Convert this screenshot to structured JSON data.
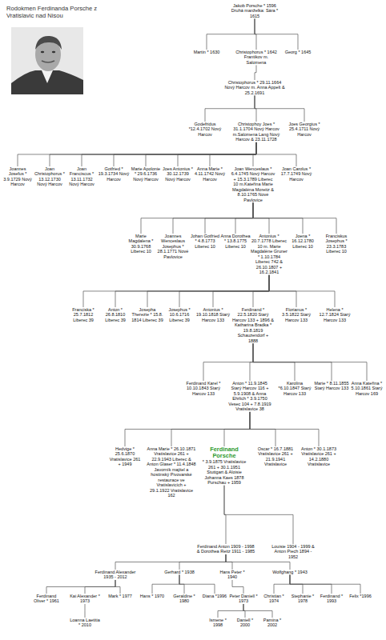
{
  "diagram": {
    "title": "Rodokmen Ferdinanda Porsche z Vratislavic nad Nisou",
    "nodes": [
      {
        "text": [
          "Jakob Porsche * 1596 Druhá manželka: Sára * 1615"
        ]
      },
      {
        "text": [
          "Martin * 1630"
        ]
      },
      {
        "text": [
          "Christophorus * 1642 Frantikov m. Salomena"
        ]
      },
      {
        "text": [
          "Georg * 1645"
        ]
      },
      {
        "text": [
          "Christophorus * 29.11.1664 Nový Harcov m. Anna Appelt & 25.2.1691"
        ]
      },
      {
        "text": [
          "Godefridus *12.4.1702 Nový Harcov"
        ]
      },
      {
        "text": [
          "Christophoy Joes * 31.1.1704 Nový Harcov m.Salomena Lang Nový Harcov & 23.11.1728"
        ]
      },
      {
        "text": [
          "Joes Georgius * 25.4.1711 Nový Harcov"
        ]
      },
      {
        "text": [
          "Joannes Josefus * 3.9.1729 Nový Harcov"
        ]
      },
      {
        "text": [
          "Joan Christophorus * 13.12.1730 Nový Harcov"
        ]
      },
      {
        "text": [
          "Joan Franciscus * 13.11.1732 Nový Harcov"
        ]
      },
      {
        "text": [
          "Gotfried * 19.3.1734 Nový Harcov"
        ]
      },
      {
        "text": [
          "Marie Apolonie * 29.6.1736 Nový Harcov"
        ]
      },
      {
        "text": [
          "Joes Antonius * 30.12.1739 Nový Harcov"
        ]
      },
      {
        "text": [
          "Anna Marie * 4.11.1742 Nový Harcov"
        ]
      },
      {
        "text": [
          "Joan Wenceslaus * 6.4.1745 Nový Harcov + 15.3.1789 Liberec 10 m.Kateřina Marie Magdaléna Moreitz & 8.10.1765 Nové Pavlovice"
        ]
      },
      {
        "text": [
          "Joan Carolus * 17.7.1749 Nový Harcov"
        ]
      },
      {
        "text": [
          "Marie Magdalena * 30.9.1768 Liberec 10"
        ]
      },
      {
        "text": [
          "Joannes Wenceslaus Josephus * 28.1.1771 Nové Pavlovice"
        ]
      },
      {
        "text": [
          "Johan Gotfried * 4.8.1773 Liberec 10"
        ]
      },
      {
        "text": [
          "Anna Dorothea * 13.8.1775 Liberec 10"
        ]
      },
      {
        "text": [
          "Antonius * 20.7.1778 Liberec 10 m. Marie Magdaléne Gruner * 1.10.1784 Liberec 742 & 26.10.1807 + 16.2.1841"
        ]
      },
      {
        "text": [
          "Joena * 16.12.1780 Liberec 10"
        ]
      },
      {
        "text": [
          "Franciskus Josephus * 23.3.1783 Liberec 10"
        ]
      },
      {
        "text": [
          "Franciska * 25.7.1812 Liberec 39"
        ]
      },
      {
        "text": [
          "Anton * 26.8.1810 Liberec 39"
        ]
      },
      {
        "text": [
          "Josepha Therezie * 15.8. 1814 Liberec 39"
        ]
      },
      {
        "text": [
          "Josephus * 10.6.1716 Liberec 39"
        ]
      },
      {
        "text": [
          "Antonius * 19.10.1818 Starý Harcov 133"
        ]
      },
      {
        "text": [
          "Ferdinand * 22.5.1820 Starý Harcov 133 + 1896 & Katharina Bradka * 19.8.1819 Schauzendorf + 1888"
        ]
      },
      {
        "text": [
          "Florianus * 3.5.1822 Starý Harcov 133"
        ]
      },
      {
        "text": [
          "Helena * 12.7.1824 Starý Harcov 133"
        ]
      },
      {
        "text": [
          "Ferdinand Karel * 10.10.1843 Starý Harcov 133"
        ]
      },
      {
        "text": [
          "Anton * 11.9.1845 Starý Harcov 116 + 5.9.1908 & Anna Ehrlich * 3.9.1750 Vesec 104 + 7.8.1919 Vratislavice 38"
        ]
      },
      {
        "text": [
          "Karolina *6.10.1847 Starý Harcov 133"
        ]
      },
      {
        "text": [
          "Marie * 8.11.1855 Starý Harcov 133"
        ]
      },
      {
        "text": [
          "Anna Kateřina * 5.10.1861 Starý Harcov 169"
        ]
      },
      {
        "text": [
          "Hedvige * 25.6.1870 Vratislavice 261 + 1949"
        ]
      },
      {
        "text": [
          "Anna Marie * 26.10.1871 Vratislavice 261 + 22.9.1943 Liberec & Anton Glaser * 11.4.1848 Javorník majitel a hostinský Pivovarské restaurace ve Vratislavicích + 29.1.1922 Vratislavice 162"
        ]
      },
      {
        "text": [
          "Ferdinand Porsche",
          "* 3.9.1875 Vratislavice 261 + 30.1.1951 Stuttgart & Aloisie Johanna Kaes 1878 Purschau + 1959"
        ]
      },
      {
        "text": [
          "Oscar * 16.7.1881 Vratislavice 261 + 21.9.1941 Vratislavice"
        ]
      },
      {
        "text": [
          "Anton * 30.1.1873 Vratislavice 261 + 14.2.1880 Vratislavice"
        ]
      },
      {
        "text": [
          "Ferdinand Anton 1909 - 1998 & Dorothea Reitz 1911 - 1985"
        ]
      },
      {
        "text": [
          "Louisie 1904 - 1999 & Anton Piech 1894 - 1952"
        ]
      },
      {
        "text": [
          "Ferdinand Alexander 1935 - 2012"
        ]
      },
      {
        "text": [
          "Gerhard * 1938"
        ]
      },
      {
        "text": [
          "Hans Peter * 1940"
        ]
      },
      {
        "text": [
          "Wolfghang * 1943"
        ]
      },
      {
        "text": [
          "Ferdinand Oliver * 1961"
        ]
      },
      {
        "text": [
          "Kai Alexander * 1973"
        ]
      },
      {
        "text": [
          "Mark * 1977"
        ]
      },
      {
        "text": [
          "Hans * 1970"
        ]
      },
      {
        "text": [
          "Geraldine * 1980"
        ]
      },
      {
        "text": [
          "Diana *1996"
        ]
      },
      {
        "text": [
          "Peter Daniell * 1973"
        ]
      },
      {
        "text": [
          "Christian * 1974"
        ]
      },
      {
        "text": [
          "Stephanie * 1978"
        ]
      },
      {
        "text": [
          "Ferdinand * 1993"
        ]
      },
      {
        "text": [
          "Felix *1996"
        ]
      },
      {
        "text": [
          "Loanna Laetitia * 2010"
        ]
      },
      {
        "text": [
          "Ismene * 1998"
        ]
      },
      {
        "text": [
          "Daniell * 2000"
        ]
      },
      {
        "text": [
          "Pamina * 2002"
        ]
      }
    ],
    "edges": [
      {
        "from": 0,
        "to": 1,
        "arrow": "none"
      },
      {
        "from": 0,
        "to": 2,
        "arrow": "none"
      },
      {
        "from": 0,
        "to": 3,
        "arrow": "none"
      },
      {
        "from": 2,
        "to": 4,
        "arrow": "none"
      },
      {
        "from": 4,
        "to": 5,
        "arrow": "none"
      },
      {
        "from": 4,
        "to": 6,
        "arrow": "none"
      },
      {
        "from": 4,
        "to": 7,
        "arrow": "none"
      },
      {
        "from": 6,
        "to": 8,
        "arrow": "none"
      },
      {
        "from": 6,
        "to": 9,
        "arrow": "none"
      },
      {
        "from": 6,
        "to": 10,
        "arrow": "none"
      },
      {
        "from": 6,
        "to": 11,
        "arrow": "none"
      },
      {
        "from": 6,
        "to": 12,
        "arrow": "none"
      },
      {
        "from": 6,
        "to": 13,
        "arrow": "none"
      },
      {
        "from": 6,
        "to": 14,
        "arrow": "none"
      },
      {
        "from": 6,
        "to": 15,
        "arrow": "none"
      },
      {
        "from": 6,
        "to": 16,
        "arrow": "none"
      },
      {
        "from": 15,
        "to": 17,
        "arrow": "none"
      },
      {
        "from": 15,
        "to": 18,
        "arrow": "none"
      },
      {
        "from": 15,
        "to": 19,
        "arrow": "none"
      },
      {
        "from": 15,
        "to": 20,
        "arrow": "none"
      },
      {
        "from": 15,
        "to": 21,
        "arrow": "none"
      },
      {
        "from": 15,
        "to": 22,
        "arrow": "none"
      },
      {
        "from": 15,
        "to": 23,
        "arrow": "none"
      },
      {
        "from": 21,
        "to": 24,
        "arrow": "none"
      },
      {
        "from": 21,
        "to": 25,
        "arrow": "none"
      },
      {
        "from": 21,
        "to": 26,
        "arrow": "none"
      },
      {
        "from": 21,
        "to": 27,
        "arrow": "none"
      },
      {
        "from": 21,
        "to": 28,
        "arrow": "none"
      },
      {
        "from": 21,
        "to": 29,
        "arrow": "none"
      },
      {
        "from": 21,
        "to": 30,
        "arrow": "none"
      },
      {
        "from": 21,
        "to": 31,
        "arrow": "none"
      },
      {
        "from": 29,
        "to": 32,
        "arrow": "none"
      },
      {
        "from": 29,
        "to": 33,
        "arrow": "none"
      },
      {
        "from": 29,
        "to": 34,
        "arrow": "none"
      },
      {
        "from": 29,
        "to": 35,
        "arrow": "none"
      },
      {
        "from": 29,
        "to": 36,
        "arrow": "none"
      },
      {
        "from": 33,
        "to": 37,
        "arrow": "none"
      },
      {
        "from": 33,
        "to": 38,
        "arrow": "none"
      },
      {
        "from": 33,
        "to": 39,
        "arrow": "none"
      },
      {
        "from": 33,
        "to": 40,
        "arrow": "none"
      },
      {
        "from": 33,
        "to": 41,
        "arrow": "none"
      },
      {
        "from": 39,
        "to": 42,
        "arrow": "none"
      },
      {
        "from": 39,
        "to": 43,
        "arrow": "none"
      },
      {
        "from": 42,
        "to": 44,
        "arrow": "none"
      },
      {
        "from": 42,
        "to": 45,
        "arrow": "none"
      },
      {
        "from": 42,
        "to": 46,
        "arrow": "none"
      },
      {
        "from": 42,
        "to": 47,
        "arrow": "none"
      },
      {
        "from": 44,
        "to": 48,
        "arrow": "none"
      },
      {
        "from": 44,
        "to": 49,
        "arrow": "none"
      },
      {
        "from": 44,
        "to": 50,
        "arrow": "none"
      },
      {
        "from": 45,
        "to": 51,
        "arrow": "none"
      },
      {
        "from": 45,
        "to": 52,
        "arrow": "none"
      },
      {
        "from": 45,
        "to": 53,
        "arrow": "none"
      },
      {
        "from": 46,
        "to": 54,
        "arrow": "none"
      },
      {
        "from": 47,
        "to": 55,
        "arrow": "none"
      },
      {
        "from": 47,
        "to": 56,
        "arrow": "none"
      },
      {
        "from": 47,
        "to": 57,
        "arrow": "none"
      },
      {
        "from": 47,
        "to": 58,
        "arrow": "none"
      },
      {
        "from": 49,
        "to": 59,
        "arrow": "none"
      },
      {
        "from": 54,
        "to": 60,
        "arrow": "none"
      },
      {
        "from": 54,
        "to": 61,
        "arrow": "none"
      },
      {
        "from": 54,
        "to": 62,
        "arrow": "none"
      }
    ]
  }
}
